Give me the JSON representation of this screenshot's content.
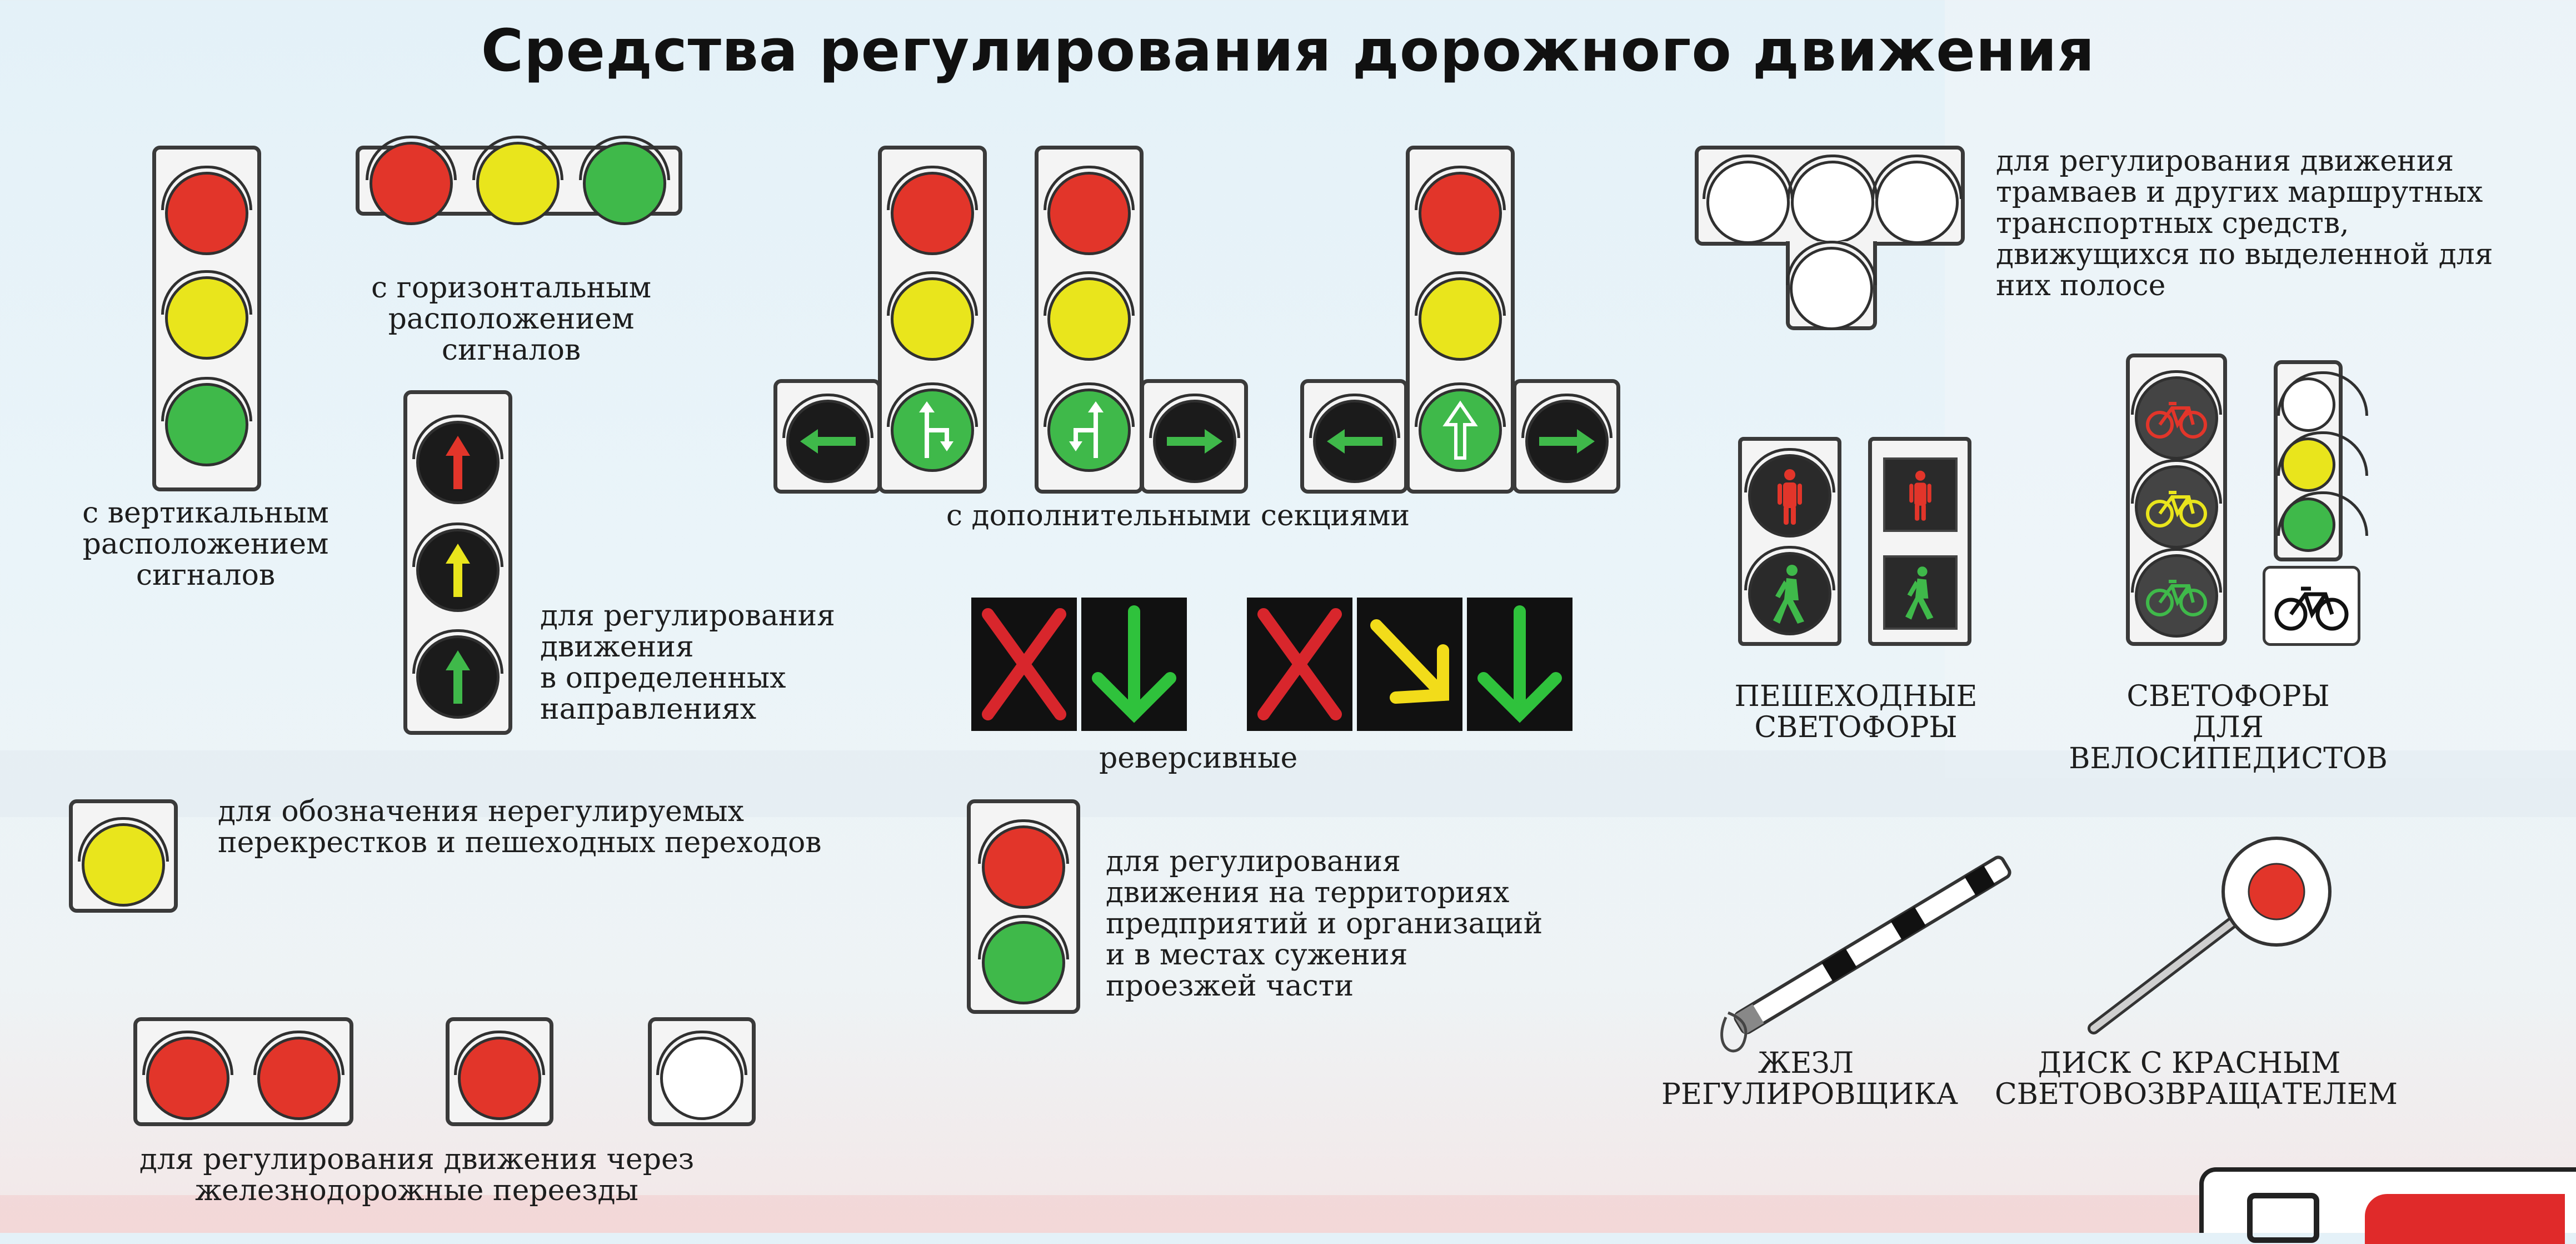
{
  "title": "Средства регулирования дорожного движения",
  "captions": {
    "vertical": "с вертикальным\nрасположением\nсигналов",
    "horizontal": "с горизонтальным\nрасположением\nсигналов",
    "directional": "для регулирования\nдвижения\nв определенных\nнаправлениях",
    "additional": "с дополнительными секциями",
    "tram": "для регулирования движения\nтрамваев и других маршрутных\nтранспортных средств,\nдвижущихся по выделенной для\nних полосе",
    "reversible": "реверсивные",
    "pedestrian": "ПЕШЕХОДНЫЕ\nСВЕТОФОРЫ",
    "cyclist": "СВЕТОФОРЫ\nДЛЯ ВЕЛОСИПЕДИСТОВ",
    "unregulated": "для обозначения нерегулируемых\nперекрестков и пешеходных переходов",
    "territory": "для регулирования\nдвижения на территориях\nпредприятий и организаций\nи в местах сужения\nпроезжей части",
    "baton": "ЖЕЗЛ\nРЕГУЛИРОВЩИКА",
    "disk": "ДИСК С КРАСНЫМ\nСВЕТОВОЗВРАЩАТЕЛЕМ",
    "railway": "для регулирования движения через\nжелезнодорожные переезды"
  },
  "colors": {
    "red": "#e2352a",
    "yellow": "#e9e51c",
    "green": "#3fb94a",
    "dark": "#1b1b1b",
    "off": "#ffffff",
    "signal_red": "#d8262c",
    "signal_green": "#2fc23c",
    "signal_yellow": "#f2dc1a"
  },
  "icons": {
    "arrow": "arrow-icon",
    "pedestrian": "pedestrian-icon",
    "bicycle": "bicycle-icon",
    "cross": "x-cross-icon",
    "baton": "traffic-baton-icon",
    "disk": "signal-disk-icon"
  }
}
